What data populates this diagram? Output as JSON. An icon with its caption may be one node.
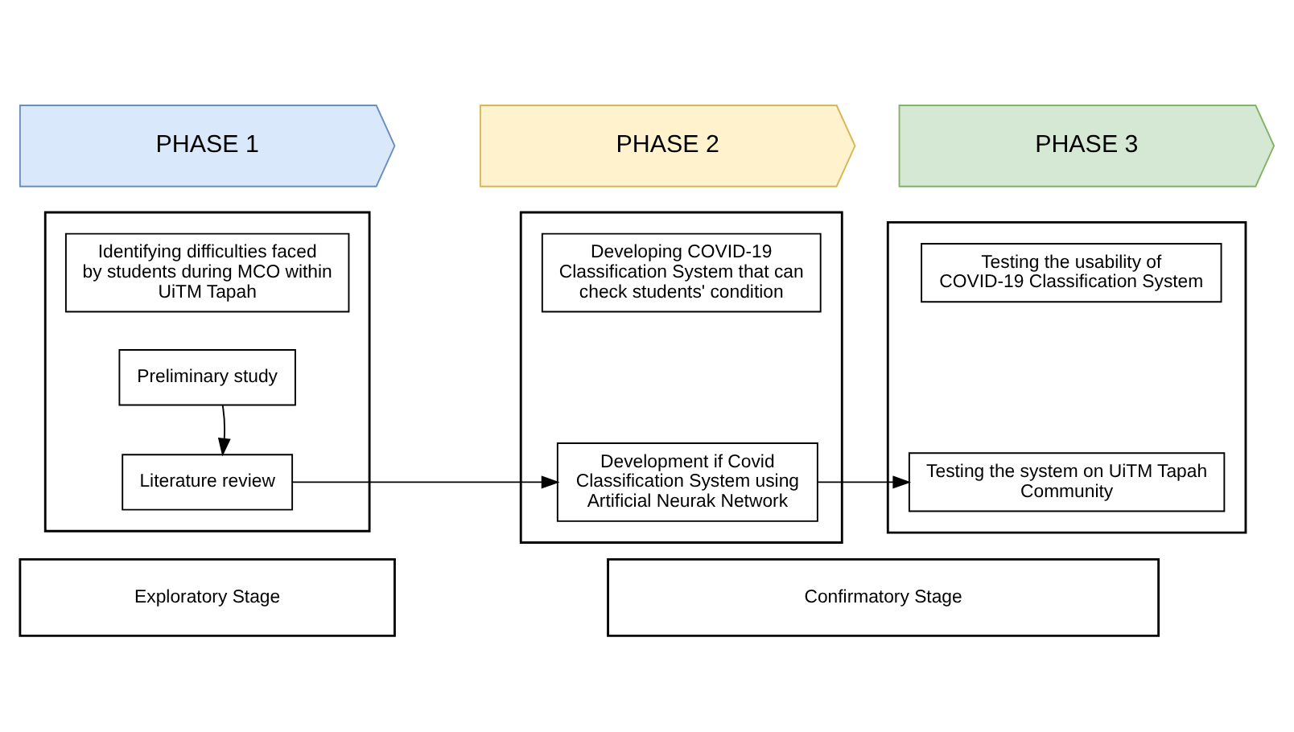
{
  "diagram": {
    "nodes": [
      {
        "text": [
          "PHASE 1"
        ]
      },
      {
        "text": [
          "PHASE 2"
        ]
      },
      {
        "text": [
          "PHASE 3"
        ]
      },
      {
        "text": [],
        "shape": "box"
      },
      {
        "text": [
          "Identifying difficulties faced by students during MCO within UiTM Tapah"
        ],
        "in": 3
      },
      {
        "text": [
          "Preliminary study"
        ],
        "in": 3
      },
      {
        "text": [
          "Literature review"
        ],
        "in": 3
      },
      {
        "text": [],
        "shape": "box"
      },
      {
        "text": [
          "Developing COVID-19 Classification System that can check students' condition"
        ],
        "in": 7
      },
      {
        "text": [
          "Development if Covid Classification System using Artificial Neurak Network"
        ],
        "in": 7
      },
      {
        "text": [],
        "shape": "box"
      },
      {
        "text": [
          "Testing the usability of COVID-19 Classification System"
        ],
        "in": 10
      },
      {
        "text": [
          "Testing the system on UiTM Tapah Community"
        ],
        "in": 10
      },
      {
        "text": [
          "Exploratory Stage"
        ]
      },
      {
        "text": [
          "Confirmatory Stage"
        ]
      }
    ],
    "edges": [
      {
        "from": 5,
        "to": 6,
        "arrow": "to"
      },
      {
        "from": 6,
        "to": 9,
        "arrow": "to"
      },
      {
        "from": 9,
        "to": 12,
        "arrow": "to"
      }
    ]
  }
}
